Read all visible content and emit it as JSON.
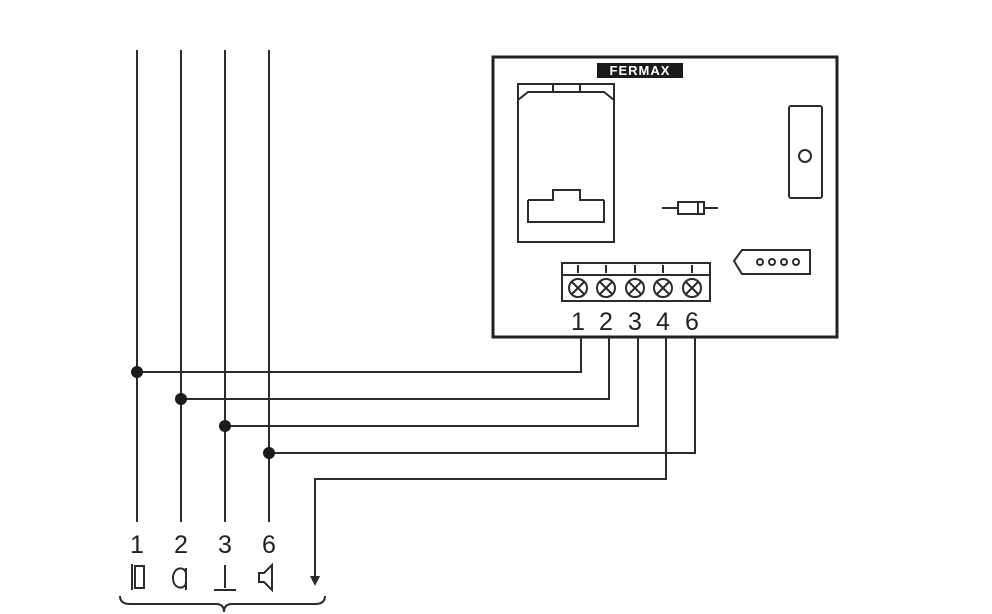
{
  "brand": "FERMAX",
  "module_terminals": [
    "1",
    "2",
    "3",
    "4",
    "6"
  ],
  "bus_labels": [
    "1",
    "2",
    "3",
    "6"
  ],
  "bus_symbols": [
    "button-icon",
    "bell-icon",
    "ground-icon",
    "speaker-icon"
  ],
  "colors": {
    "line": "#2b2b2b",
    "background": "#ffffff"
  }
}
